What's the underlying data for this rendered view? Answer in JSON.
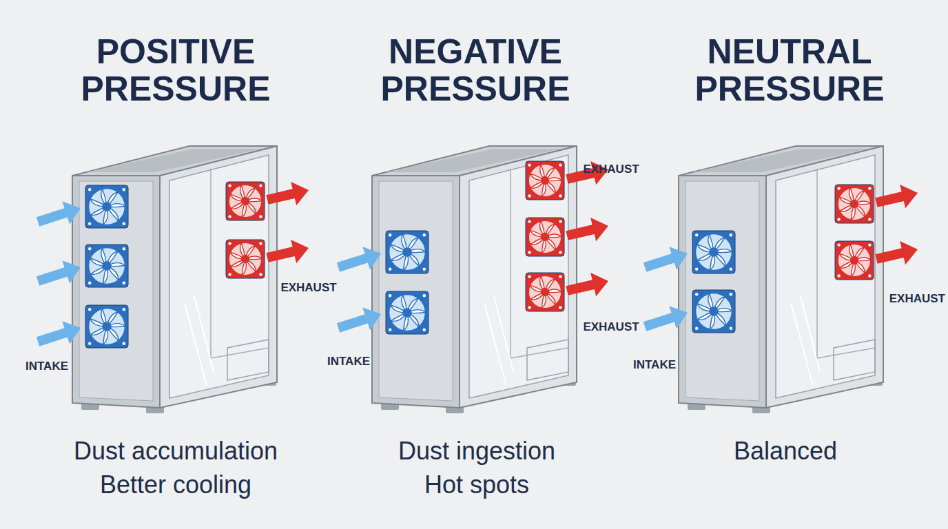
{
  "diagram": {
    "labels": [
      "POSITIVE PRESSURE",
      "INTAKE",
      "EXHAUST",
      "Dust accumulation",
      "Better cooling",
      "NEGATIVE PRESSURE",
      "EXHAUST",
      "INTAKE",
      "EXHAUST",
      "Dust ingestion",
      "Hot spots",
      "NEUTRAL PRESSURE",
      "INTAKE",
      "EXHAUST",
      "Balanced"
    ]
  }
}
